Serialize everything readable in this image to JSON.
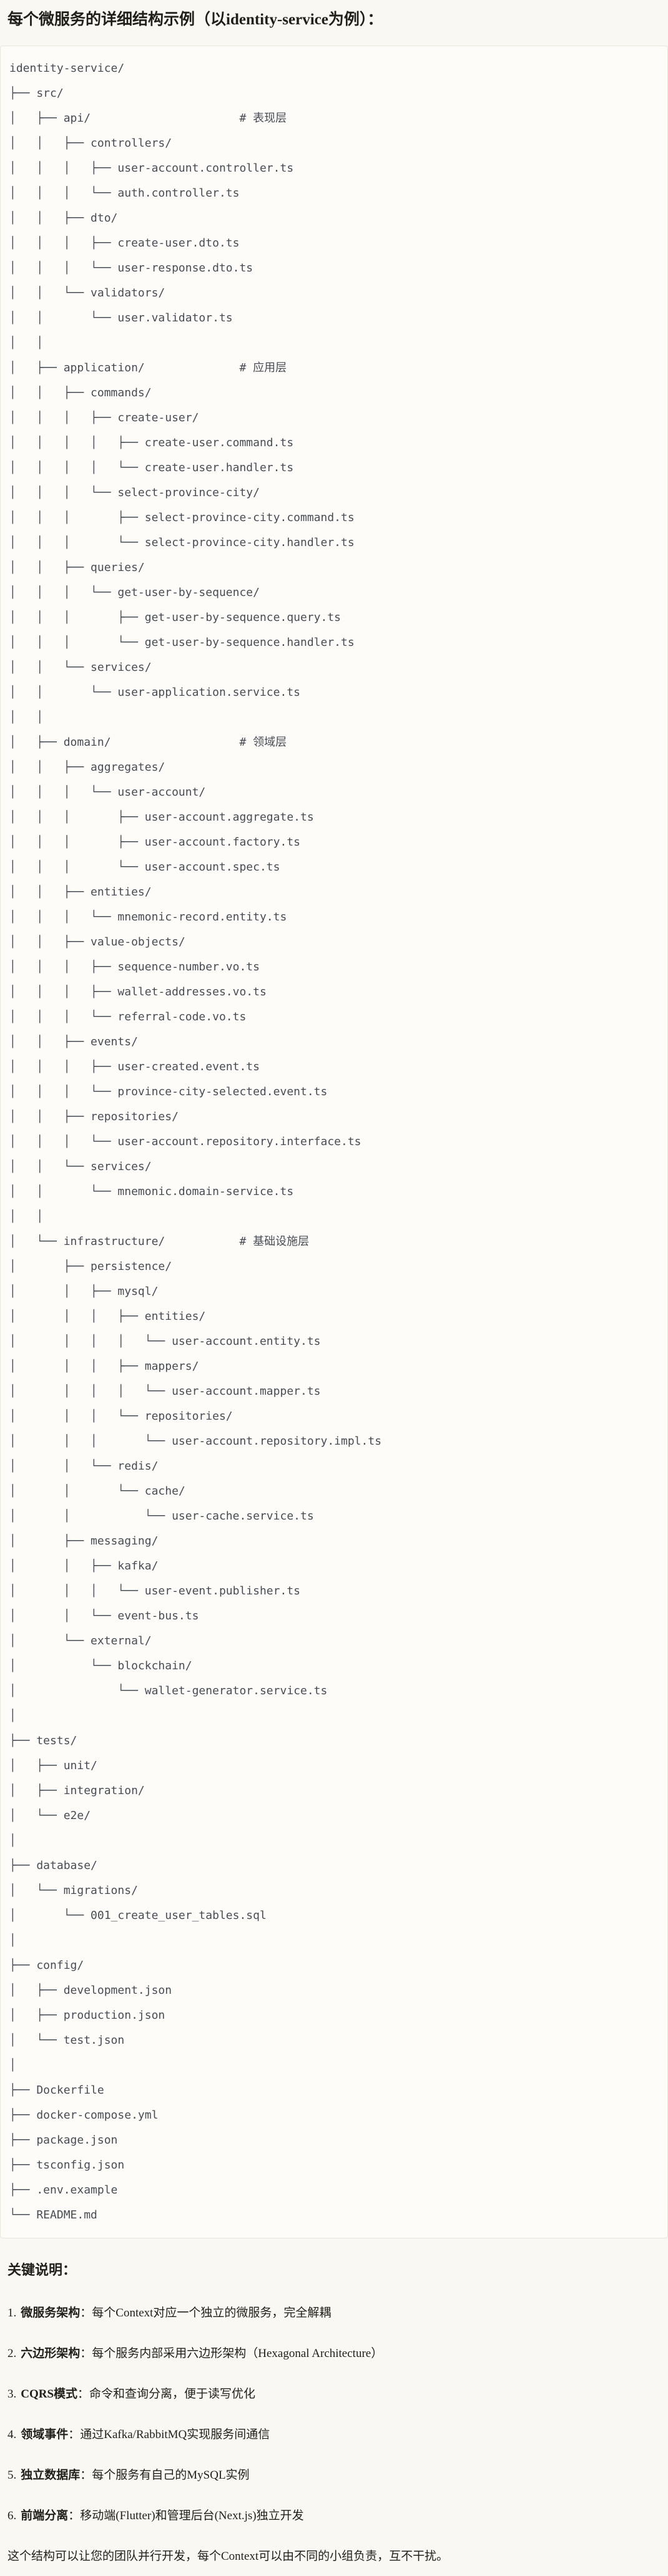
{
  "header": {
    "title": "每个微服务的详细结构示例（以identity-service为例）："
  },
  "tree": {
    "lines": [
      "identity-service/",
      "├── src/",
      "│   ├── api/                      # 表现层",
      "│   │   ├── controllers/",
      "│   │   │   ├── user-account.controller.ts",
      "│   │   │   └── auth.controller.ts",
      "│   │   ├── dto/",
      "│   │   │   ├── create-user.dto.ts",
      "│   │   │   └── user-response.dto.ts",
      "│   │   └── validators/",
      "│   │       └── user.validator.ts",
      "│   │",
      "│   ├── application/              # 应用层",
      "│   │   ├── commands/",
      "│   │   │   ├── create-user/",
      "│   │   │   │   ├── create-user.command.ts",
      "│   │   │   │   └── create-user.handler.ts",
      "│   │   │   └── select-province-city/",
      "│   │   │       ├── select-province-city.command.ts",
      "│   │   │       └── select-province-city.handler.ts",
      "│   │   ├── queries/",
      "│   │   │   └── get-user-by-sequence/",
      "│   │   │       ├── get-user-by-sequence.query.ts",
      "│   │   │       └── get-user-by-sequence.handler.ts",
      "│   │   └── services/",
      "│   │       └── user-application.service.ts",
      "│   │",
      "│   ├── domain/                   # 领域层",
      "│   │   ├── aggregates/",
      "│   │   │   └── user-account/",
      "│   │   │       ├── user-account.aggregate.ts",
      "│   │   │       ├── user-account.factory.ts",
      "│   │   │       └── user-account.spec.ts",
      "│   │   ├── entities/",
      "│   │   │   └── mnemonic-record.entity.ts",
      "│   │   ├── value-objects/",
      "│   │   │   ├── sequence-number.vo.ts",
      "│   │   │   ├── wallet-addresses.vo.ts",
      "│   │   │   └── referral-code.vo.ts",
      "│   │   ├── events/",
      "│   │   │   ├── user-created.event.ts",
      "│   │   │   └── province-city-selected.event.ts",
      "│   │   ├── repositories/",
      "│   │   │   └── user-account.repository.interface.ts",
      "│   │   └── services/",
      "│   │       └── mnemonic.domain-service.ts",
      "│   │",
      "│   └── infrastructure/           # 基础设施层",
      "│       ├── persistence/",
      "│       │   ├── mysql/",
      "│       │   │   ├── entities/",
      "│       │   │   │   └── user-account.entity.ts",
      "│       │   │   ├── mappers/",
      "│       │   │   │   └── user-account.mapper.ts",
      "│       │   │   └── repositories/",
      "│       │   │       └── user-account.repository.impl.ts",
      "│       │   └── redis/",
      "│       │       └── cache/",
      "│       │           └── user-cache.service.ts",
      "│       ├── messaging/",
      "│       │   ├── kafka/",
      "│       │   │   └── user-event.publisher.ts",
      "│       │   └── event-bus.ts",
      "│       └── external/",
      "│           └── blockchain/",
      "│               └── wallet-generator.service.ts",
      "│",
      "├── tests/",
      "│   ├── unit/",
      "│   ├── integration/",
      "│   └── e2e/",
      "│",
      "├── database/",
      "│   └── migrations/",
      "│       └── 001_create_user_tables.sql",
      "│",
      "├── config/",
      "│   ├── development.json",
      "│   ├── production.json",
      "│   └── test.json",
      "│",
      "├── Dockerfile",
      "├── docker-compose.yml",
      "├── package.json",
      "├── tsconfig.json",
      "├── .env.example",
      "└── README.md"
    ]
  },
  "notes": {
    "heading": "关键说明：",
    "items": [
      {
        "num": "1.",
        "term": "微服务架构",
        "desc": "：每个Context对应一个独立的微服务，完全解耦"
      },
      {
        "num": "2.",
        "term": "六边形架构",
        "desc": "：每个服务内部采用六边形架构（Hexagonal Architecture）"
      },
      {
        "num": "3.",
        "term": "CQRS模式",
        "desc": "：命令和查询分离，便于读写优化"
      },
      {
        "num": "4.",
        "term": "领域事件",
        "desc": "：通过Kafka/RabbitMQ实现服务间通信"
      },
      {
        "num": "5.",
        "term": "独立数据库",
        "desc": "：每个服务有自己的MySQL实例"
      },
      {
        "num": "6.",
        "term": "前端分离",
        "desc": "：移动端(Flutter)和管理后台(Next.js)独立开发"
      }
    ],
    "footer": "这个结构可以让您的团队并行开发，每个Context可以由不同的小组负责，互不干扰。"
  },
  "colors": {
    "page_bg": "#faf8f3",
    "code_bg": "#fdfcf9",
    "code_border": "#e8e5dd",
    "tree_text": "#474c54",
    "body_text": "#211f1c"
  }
}
